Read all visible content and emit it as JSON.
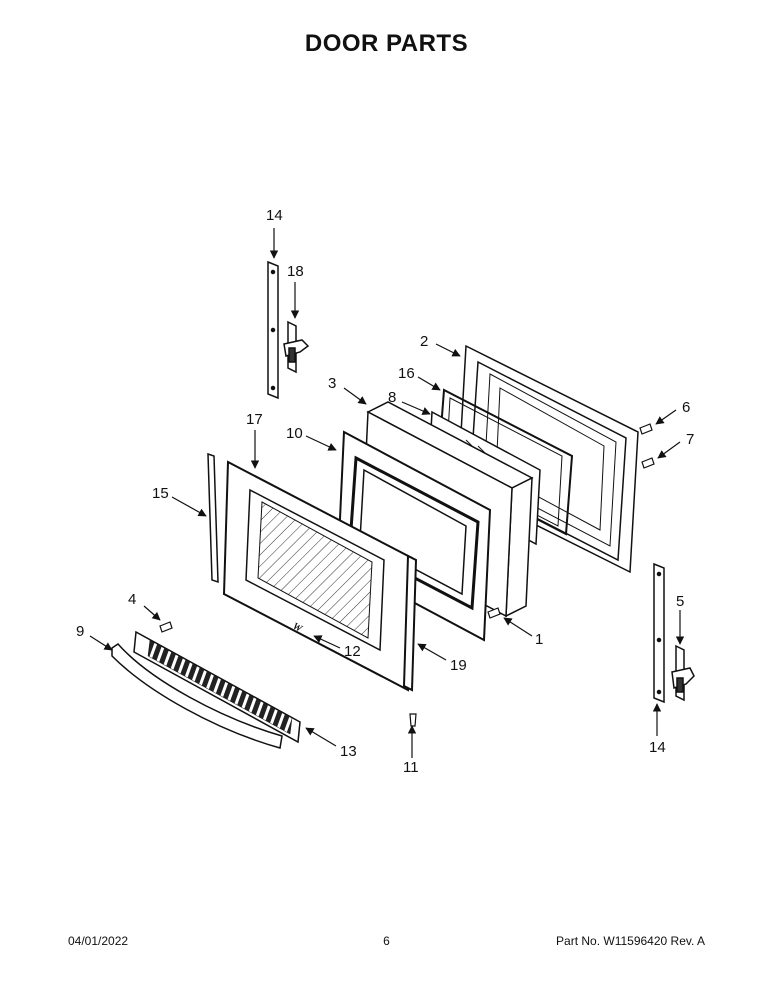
{
  "title": "DOOR PARTS",
  "callouts": {
    "c1": "1",
    "c2": "2",
    "c3": "3",
    "c4": "4",
    "c5": "5",
    "c6": "6",
    "c7": "7",
    "c8": "8",
    "c9": "9",
    "c10": "10",
    "c11": "11",
    "c12": "12",
    "c13": "13",
    "c14a": "14",
    "c14b": "14",
    "c15": "15",
    "c16": "16",
    "c17": "17",
    "c18": "18",
    "c19": "19"
  },
  "footer": {
    "date": "04/01/2022",
    "page": "6",
    "part_no": "Part No.  W11596420  Rev.  A"
  }
}
